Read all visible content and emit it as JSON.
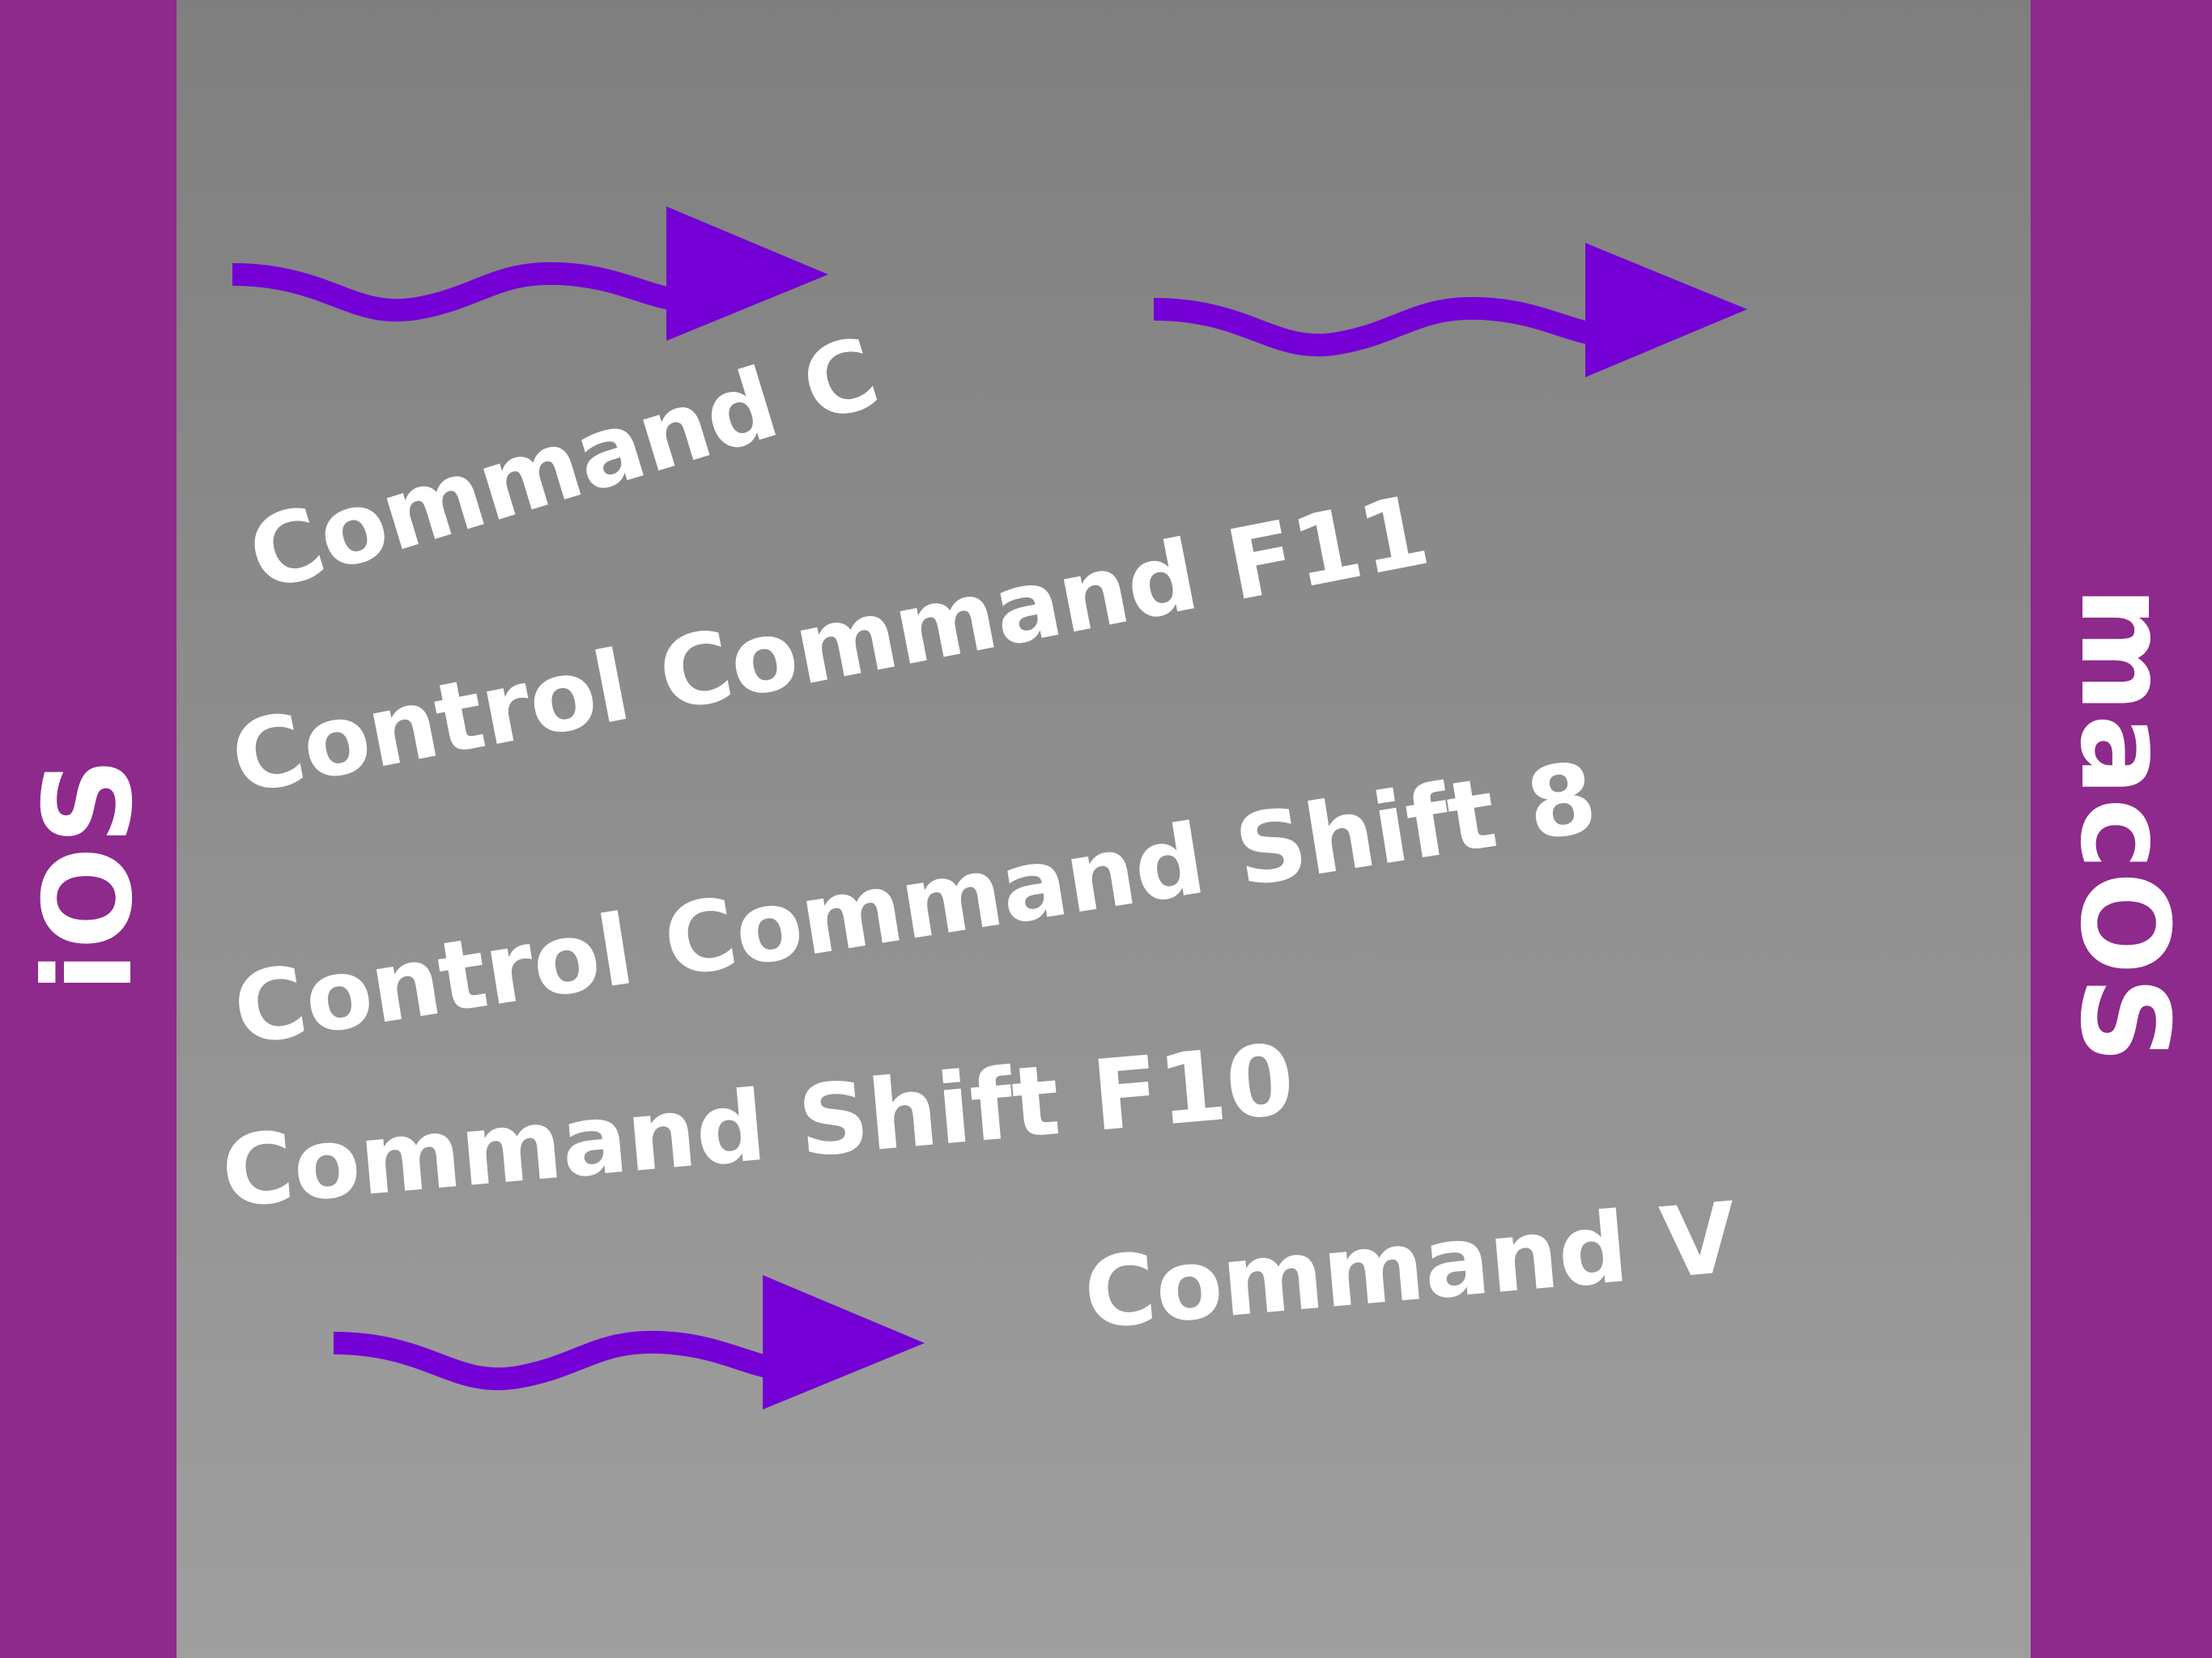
{
  "colors": {
    "side_bar": "#8d2a8c",
    "panel_top": "#7f7f7f",
    "panel_bottom": "#9f9f9f",
    "arrow": "#7400d6",
    "text": "#ffffff"
  },
  "left_label": "iOS",
  "right_label": "macOS",
  "shortcuts": [
    "Command C",
    "Control Command F11",
    "Control Command Shift 8",
    "Command Shift F10",
    "Command V"
  ],
  "icons": {
    "arrow": "wavy-arrow-right-icon"
  }
}
